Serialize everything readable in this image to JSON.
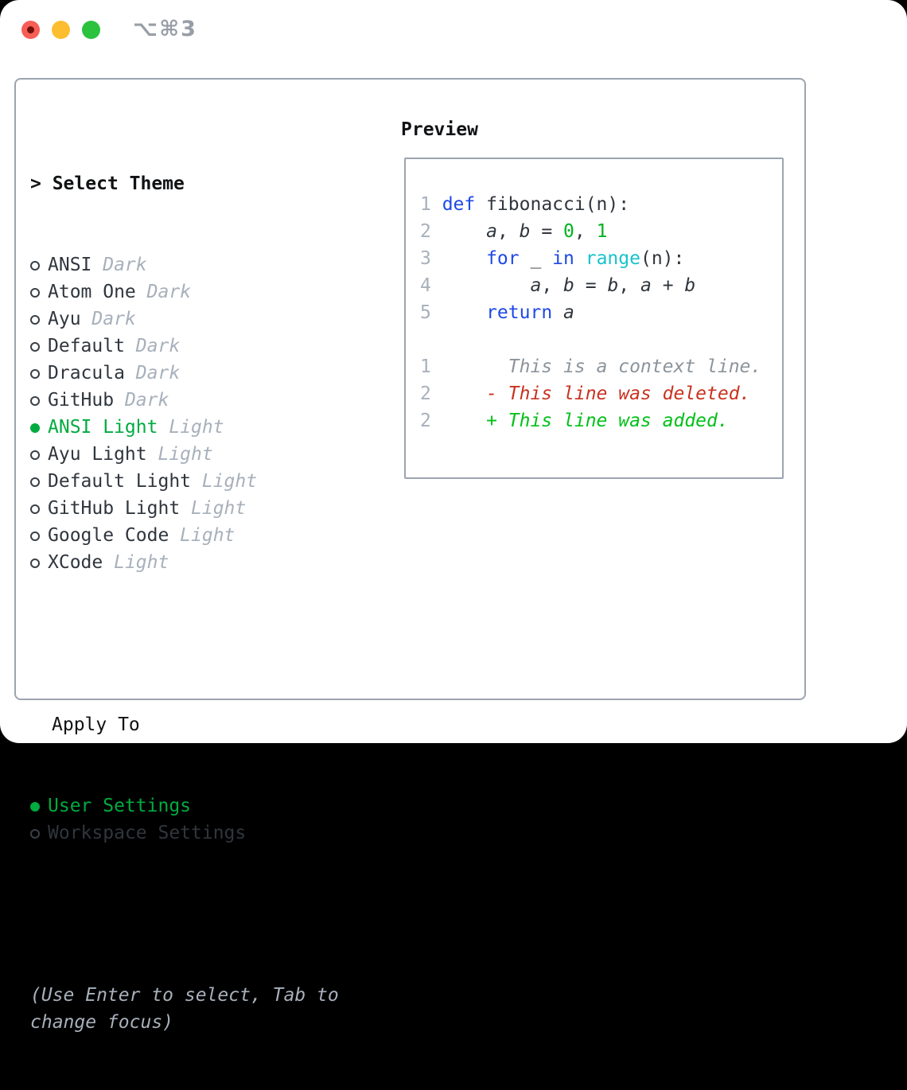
{
  "window": {
    "title": "⌥⌘3",
    "traffic_lights": [
      "close",
      "minimize",
      "zoom"
    ]
  },
  "picker": {
    "prompt": "> ",
    "title": "Select Theme",
    "themes": [
      {
        "name": "ANSI",
        "variant": "Dark",
        "selected": false
      },
      {
        "name": "Atom One",
        "variant": "Dark",
        "selected": false
      },
      {
        "name": "Ayu",
        "variant": "Dark",
        "selected": false
      },
      {
        "name": "Default",
        "variant": "Dark",
        "selected": false
      },
      {
        "name": "Dracula",
        "variant": "Dark",
        "selected": false
      },
      {
        "name": "GitHub",
        "variant": "Dark",
        "selected": false
      },
      {
        "name": "ANSI Light",
        "variant": "Light",
        "selected": true
      },
      {
        "name": "Ayu Light",
        "variant": "Light",
        "selected": false
      },
      {
        "name": "Default Light",
        "variant": "Light",
        "selected": false
      },
      {
        "name": "GitHub Light",
        "variant": "Light",
        "selected": false
      },
      {
        "name": "Google Code",
        "variant": "Light",
        "selected": false
      },
      {
        "name": "XCode",
        "variant": "Light",
        "selected": false
      }
    ],
    "apply_to_label": "Apply To",
    "apply_options": [
      {
        "name": "User Settings",
        "selected": true
      },
      {
        "name": "Workspace Settings",
        "selected": false
      }
    ],
    "hint": "(Use Enter to select, Tab to change focus)"
  },
  "preview": {
    "label": "Preview",
    "lines": [
      {
        "num": "1",
        "tokens": [
          {
            "t": "def ",
            "c": "kw"
          },
          {
            "t": "fibonacci(n):",
            "c": "plain"
          }
        ]
      },
      {
        "num": "2",
        "tokens": [
          {
            "t": "    ",
            "c": "plain"
          },
          {
            "t": "a",
            "c": "var"
          },
          {
            "t": ", ",
            "c": "plain"
          },
          {
            "t": "b",
            "c": "var"
          },
          {
            "t": " = ",
            "c": "plain"
          },
          {
            "t": "0",
            "c": "lit"
          },
          {
            "t": ", ",
            "c": "plain"
          },
          {
            "t": "1",
            "c": "lit"
          }
        ]
      },
      {
        "num": "3",
        "tokens": [
          {
            "t": "    ",
            "c": "plain"
          },
          {
            "t": "for",
            "c": "kw"
          },
          {
            "t": " _ ",
            "c": "plain"
          },
          {
            "t": "in",
            "c": "kw"
          },
          {
            "t": " ",
            "c": "plain"
          },
          {
            "t": "range",
            "c": "fn"
          },
          {
            "t": "(n):",
            "c": "plain"
          }
        ]
      },
      {
        "num": "4",
        "tokens": [
          {
            "t": "        ",
            "c": "plain"
          },
          {
            "t": "a",
            "c": "var"
          },
          {
            "t": ", ",
            "c": "plain"
          },
          {
            "t": "b",
            "c": "var"
          },
          {
            "t": " = ",
            "c": "plain"
          },
          {
            "t": "b",
            "c": "var"
          },
          {
            "t": ", ",
            "c": "plain"
          },
          {
            "t": "a",
            "c": "var"
          },
          {
            "t": " + ",
            "c": "plain"
          },
          {
            "t": "b",
            "c": "var"
          }
        ]
      },
      {
        "num": "5",
        "tokens": [
          {
            "t": "    ",
            "c": "plain"
          },
          {
            "t": "return",
            "c": "kw"
          },
          {
            "t": " ",
            "c": "plain"
          },
          {
            "t": "a",
            "c": "var"
          }
        ]
      },
      {
        "num": "",
        "tokens": []
      },
      {
        "num": "1",
        "tokens": [
          {
            "t": "      This is a context line.",
            "c": "ctx"
          }
        ]
      },
      {
        "num": "2",
        "tokens": [
          {
            "t": "    - This line was deleted.",
            "c": "del"
          }
        ]
      },
      {
        "num": "2",
        "tokens": [
          {
            "t": "    + This line was added.",
            "c": "add"
          }
        ]
      }
    ]
  },
  "colors": {
    "selection_green": "#00ab3f",
    "added_green": "#00c018",
    "literal_green": "#00b31e",
    "keyword_blue": "#1d49e6",
    "builtin_cyan": "#17c3cd",
    "deleted_red": "#c9321f",
    "muted_gray": "#a7b0bb",
    "panel_border": "#9ca4b0",
    "traffic_red": "#f75e56",
    "traffic_yellow": "#fcbd2f",
    "traffic_green": "#2bc23e"
  }
}
